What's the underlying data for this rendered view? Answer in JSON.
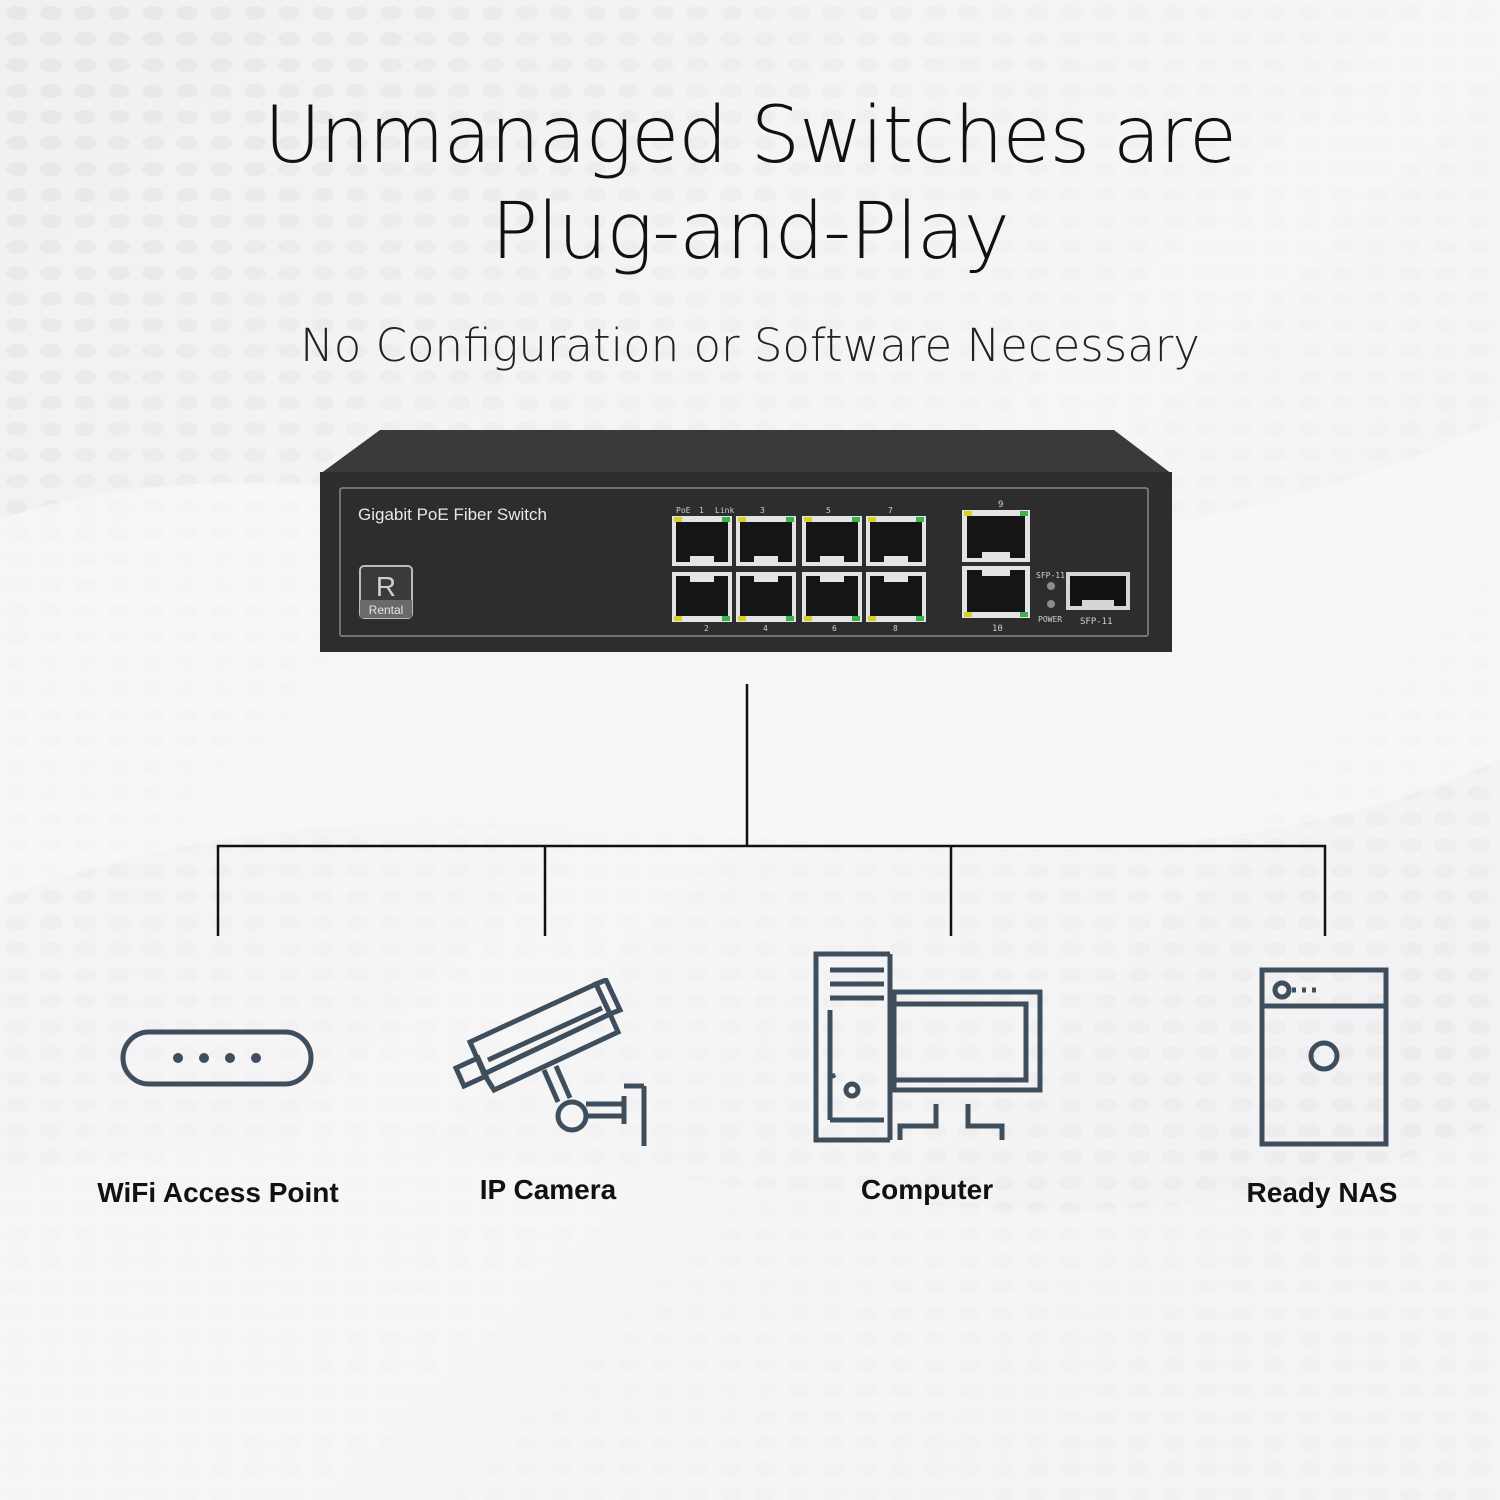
{
  "heading": {
    "line1": "Unmanaged Switches are",
    "line2": "Plug-and-Play",
    "subtitle": "No Configuration or Software Necessary"
  },
  "switch": {
    "model_label": "Gigabit PoE Fiber Switch",
    "badge_letter": "R",
    "badge_text": "Rental",
    "top_port_labels": [
      "PoE",
      "1",
      "Link",
      "3",
      "5",
      "7"
    ],
    "bottom_port_labels": [
      "2",
      "4",
      "6",
      "8"
    ],
    "uplink_top_label": "9",
    "uplink_bottom_label": "10",
    "sfp_led_label": "SFP-11",
    "power_label": "POWER",
    "sfp_port_label": "SFP-11"
  },
  "devices": [
    {
      "label": "WiFi Access Point",
      "icon": "wifi-access-point-icon"
    },
    {
      "label": "IP Camera",
      "icon": "ip-camera-icon"
    },
    {
      "label": "Computer",
      "icon": "computer-icon"
    },
    {
      "label": "Ready NAS",
      "icon": "nas-icon"
    }
  ],
  "colors": {
    "icon_stroke": "#3f4e5c",
    "line": "#111111",
    "switch_body": "#2b2b2b"
  }
}
